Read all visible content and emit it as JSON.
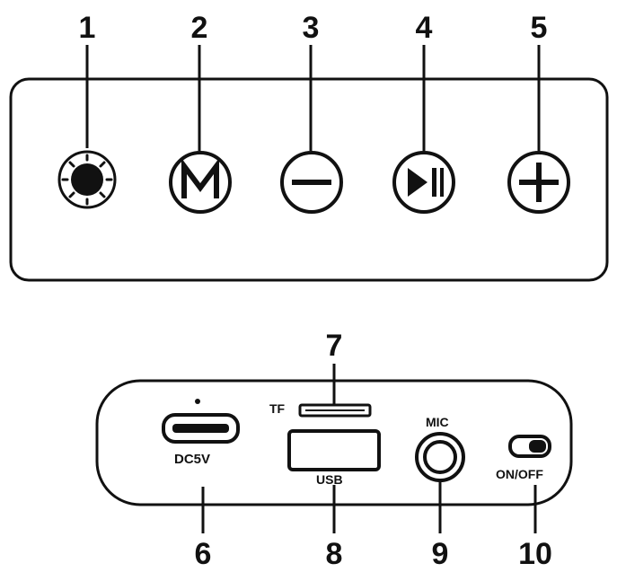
{
  "top_panel": {
    "callouts": [
      "1",
      "2",
      "3",
      "4",
      "5"
    ],
    "buttons": [
      {
        "icon": "light-icon"
      },
      {
        "icon": "mode-icon",
        "glyph": "M"
      },
      {
        "icon": "minus-icon"
      },
      {
        "icon": "play-pause-icon"
      },
      {
        "icon": "plus-icon"
      }
    ]
  },
  "bottom_panel": {
    "callouts": [
      "6",
      "7",
      "8",
      "9",
      "10"
    ],
    "labels": {
      "dc5v": "DC5V",
      "tf": "TF",
      "usb": "USB",
      "mic": "MIC",
      "onoff": "ON/OFF"
    }
  },
  "colors": {
    "ink": "#111111",
    "background": "#ffffff"
  }
}
